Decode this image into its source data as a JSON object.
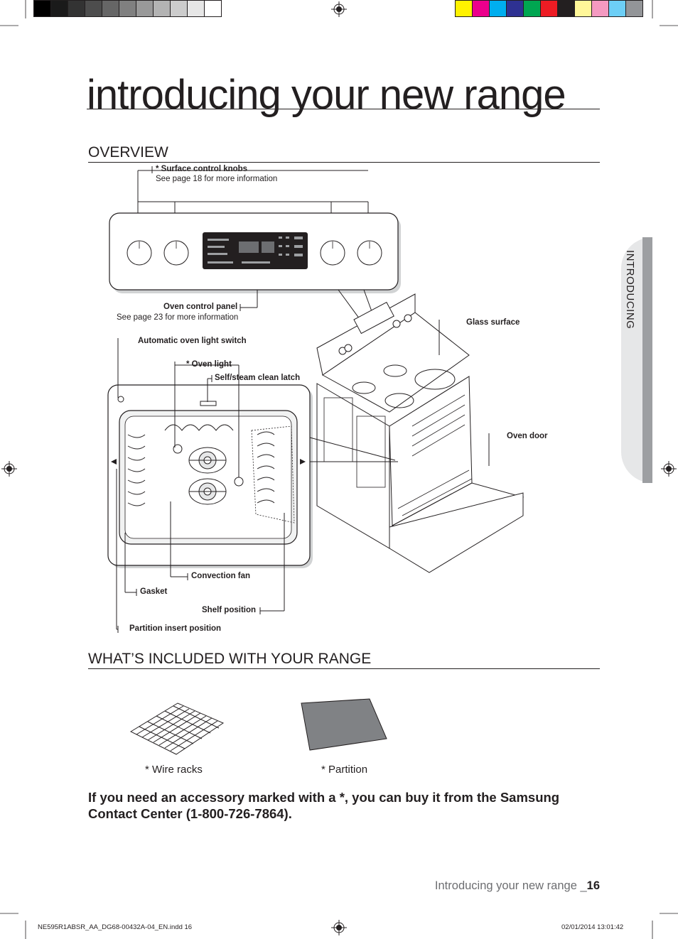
{
  "header": {
    "gray_swatches": [
      "#000000",
      "#1a1a1a",
      "#333333",
      "#4d4d4d",
      "#666666",
      "#808080",
      "#999999",
      "#b3b3b3",
      "#cccccc",
      "#e6e6e6",
      "#ffffff"
    ],
    "color_swatches": [
      "#fff200",
      "#ec008c",
      "#00aeef",
      "#2e3192",
      "#00a651",
      "#ed1c24",
      "#231f20",
      "#fff799",
      "#f49ac1",
      "#6dcff6",
      "#939598"
    ]
  },
  "page": {
    "title": "introducing your new range",
    "side_tab": "INTRODUCING"
  },
  "overview": {
    "heading": "OVERVIEW",
    "callouts": {
      "surface_knobs": "* Surface control knobs",
      "surface_knobs_note": "See page 18 for more information",
      "control_panel": "Oven control panel",
      "control_panel_note": "See page 23 for more information",
      "glass_surface": "Glass surface",
      "auto_light_switch": "Automatic oven light switch",
      "oven_light": "* Oven light",
      "clean_latch": "Self/steam clean latch",
      "oven_door": "Oven door",
      "convection_fan": "Convection fan",
      "gasket": "Gasket",
      "shelf_position": "Shelf position",
      "partition_insert": "Partition insert position"
    }
  },
  "included": {
    "heading": "WHAT’S INCLUDED WITH YOUR RANGE",
    "items": [
      {
        "label": "* Wire racks",
        "icon": "wire-rack-icon"
      },
      {
        "label": "* Partition",
        "icon": "partition-icon"
      }
    ],
    "note": "If you need an accessory marked with a *, you can buy it from the Samsung Contact Center (1-800-726-7864)."
  },
  "footer": {
    "page_label": "Introducing your new range _",
    "page_number": "16",
    "slug_left": "NE595R1ABSR_AA_DG68-00432A-04_EN.indd   16",
    "slug_right": "02/01/2014   13:01:42"
  }
}
